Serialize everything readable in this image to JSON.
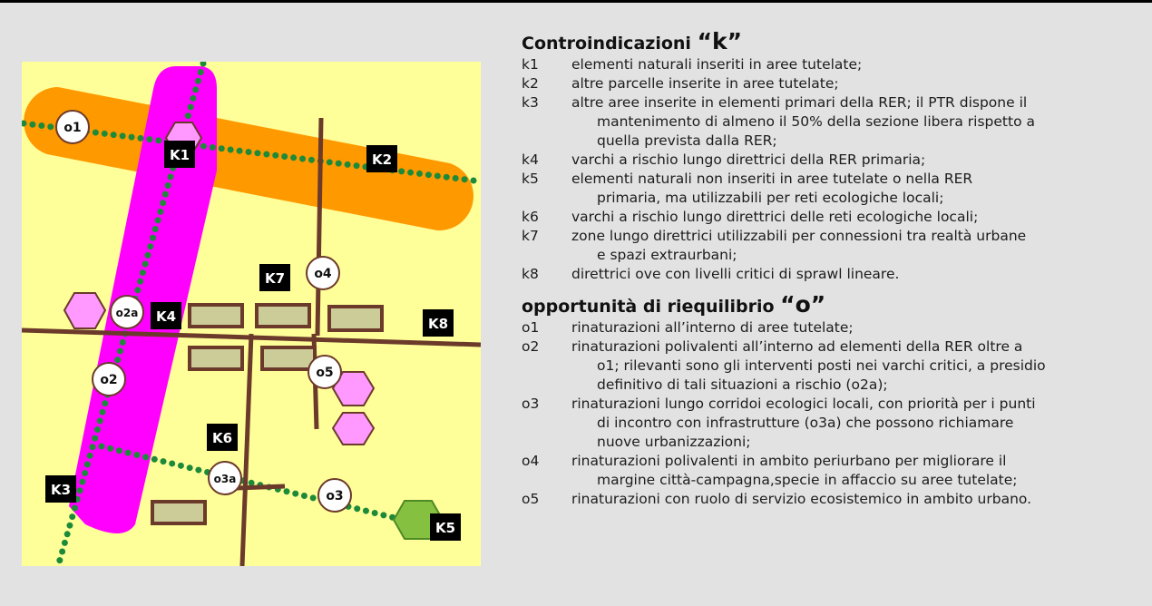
{
  "map": {
    "labels": {
      "K1": "K1",
      "K2": "K2",
      "K3": "K3",
      "K4": "K4",
      "K5": "K5",
      "K6": "K6",
      "K7": "K7",
      "K8": "K8",
      "o1": "o1",
      "o2": "o2",
      "o2a": "o2a",
      "o3": "o3",
      "o3a": "o3a",
      "o4": "o4",
      "o5": "o5"
    },
    "colors": {
      "background": "#ffff99",
      "primary_corridor": "#ff9900",
      "secondary_corridor": "#ff00ff",
      "ecological_line": "#1d8a3a",
      "road": "#6b3a2a",
      "settlement_fill": "#cccc99",
      "urban_hexagon": "#ff99ff",
      "natural_hexagon": "#86c040"
    }
  },
  "legend": {
    "k": {
      "title": "Controindicazioni",
      "symbol": "“k”",
      "items": [
        {
          "code": "k1",
          "first": "elementi naturali inseriti in aree tutelate;",
          "rest": []
        },
        {
          "code": "k2",
          "first": "altre parcelle inserite in aree tutelate;",
          "rest": []
        },
        {
          "code": "k3",
          "first": "altre aree inserite in elementi primari della RER; il PTR dispone il",
          "rest": [
            "mantenimento di almeno il 50% della sezione libera rispetto a",
            "quella prevista dalla RER;"
          ]
        },
        {
          "code": "k4",
          "first": "varchi a rischio lungo direttrici della RER primaria;",
          "rest": []
        },
        {
          "code": "k5",
          "first": "elementi naturali non inseriti in aree tutelate o nella RER",
          "rest": [
            "primaria, ma utilizzabili per reti ecologiche locali;"
          ]
        },
        {
          "code": "k6",
          "first": "varchi a rischio lungo direttrici delle reti ecologiche locali;",
          "rest": []
        },
        {
          "code": "k7",
          "first": "zone lungo direttrici utilizzabili per connessioni tra realtà urbane",
          "rest": [
            "e spazi extraurbani;"
          ]
        },
        {
          "code": "k8",
          "first": "direttrici ove con livelli critici di sprawl lineare.",
          "rest": []
        }
      ]
    },
    "o": {
      "title": "opportunità di riequilibrio",
      "symbol": "“o”",
      "items": [
        {
          "code": "o1",
          "first": "rinaturazioni all’interno di aree tutelate;",
          "rest": []
        },
        {
          "code": "o2",
          "first": "rinaturazioni polivalenti all’interno ad elementi della RER oltre a",
          "rest": [
            "o1; rilevanti sono gli interventi posti nei varchi critici, a presidio",
            "definitivo di tali situazioni a rischio (o2a);"
          ]
        },
        {
          "code": "o3",
          "first": "rinaturazioni lungo corridoi ecologici locali, con priorità per i punti",
          "rest": [
            "di incontro con infrastrutture (o3a) che possono richiamare",
            "nuove urbanizzazioni;"
          ]
        },
        {
          "code": "o4",
          "first": "rinaturazioni polivalenti in ambito periurbano per migliorare il",
          "rest": [
            "margine città-campagna,specie in affaccio su aree tutelate;"
          ]
        },
        {
          "code": "o5",
          "first": "rinaturazioni con ruolo di servizio ecosistemico in ambito urbano.",
          "rest": []
        }
      ]
    }
  }
}
